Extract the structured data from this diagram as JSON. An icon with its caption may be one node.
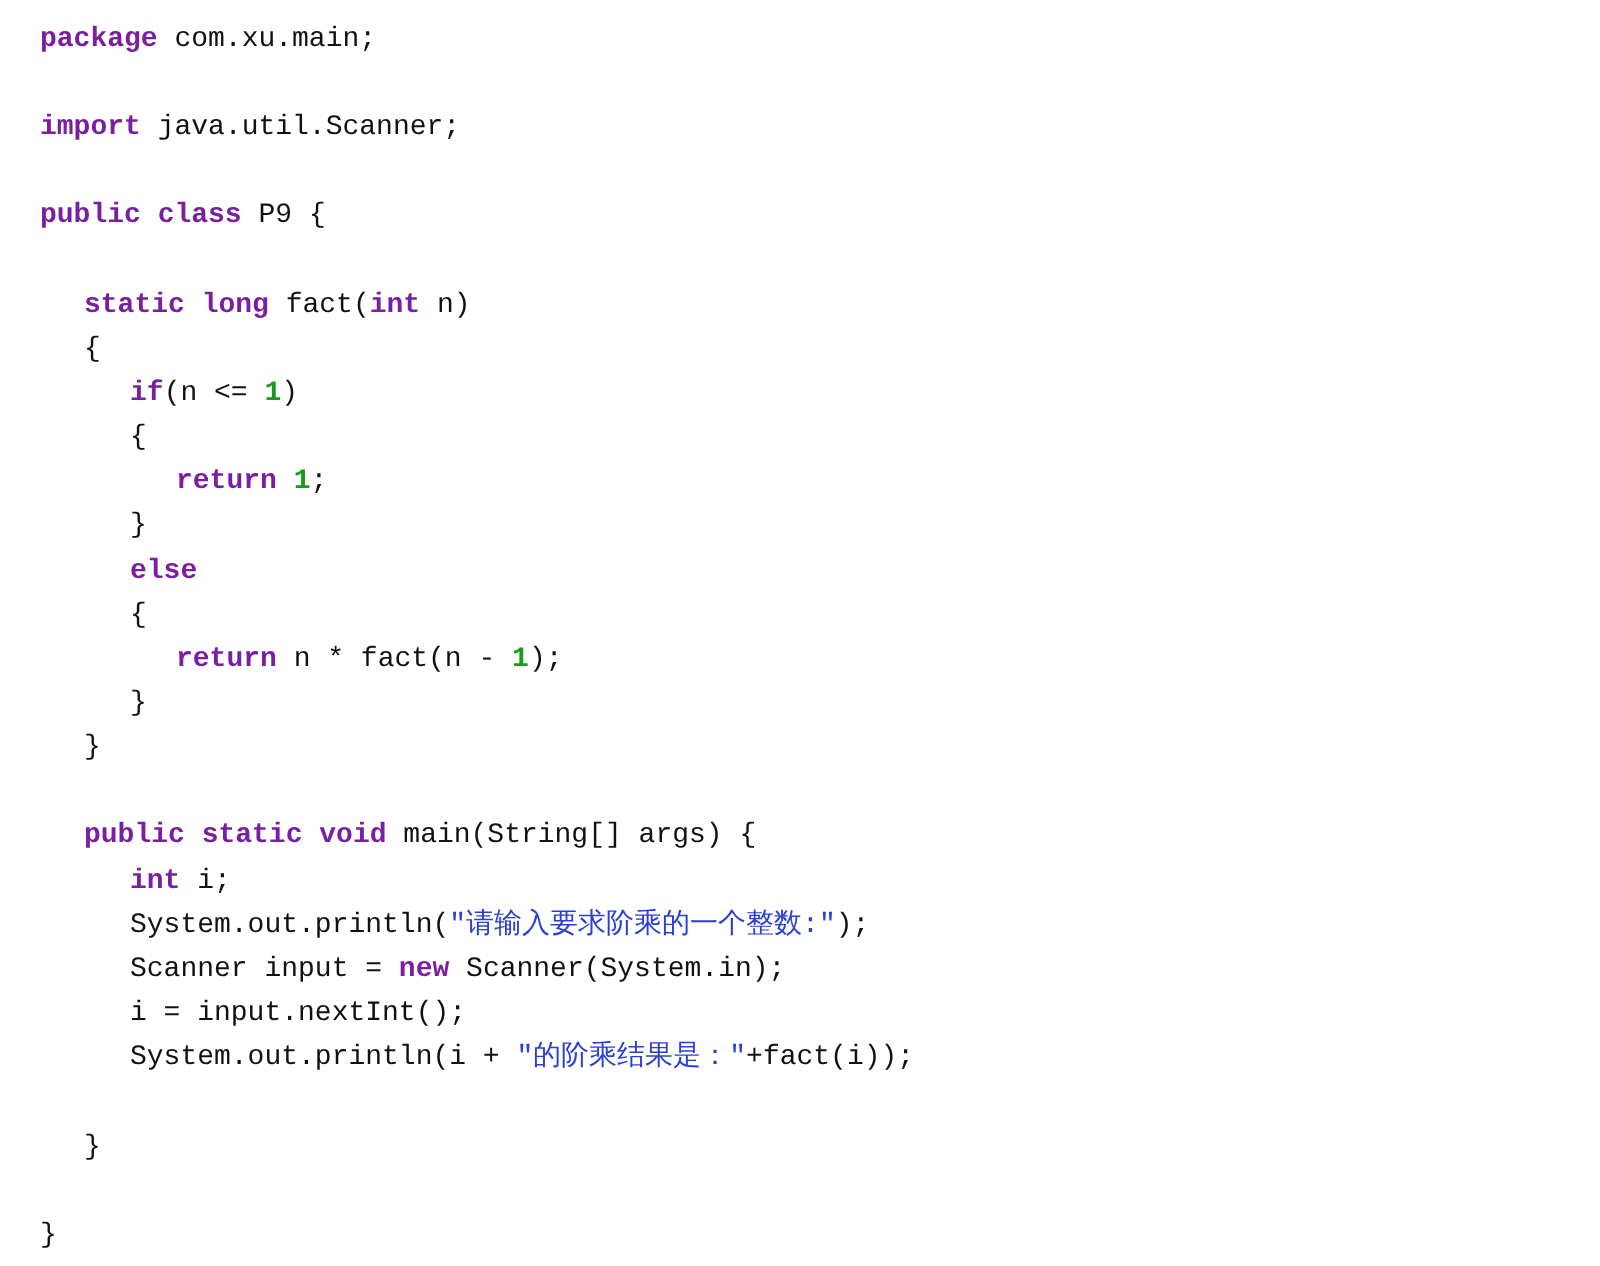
{
  "diagram": {
    "labels": [
      "**package** com.xu.main;",
      "**import** java.util.Scanner;",
      "**public** **class** P9 {",
      "**static** **long** fact(**int** n)",
      "{",
      "**if**(n <= 1)",
      "{",
      "**return** 1;",
      "}",
      "**else**",
      "{",
      "**return** n * fact(n - 1);",
      "}",
      "}",
      "**public** **static** **void** main(String[] args) {",
      "**int** i;",
      "System.out.println(\"请输入要求阶乘的一个整数:\");",
      "Scanner input = **new** Scanner(System.in);",
      "i = input.nextInt();",
      "System.out.println(i + \"的阶乘结果是：\"+fact(i));",
      "}",
      "}"
    ]
  }
}
